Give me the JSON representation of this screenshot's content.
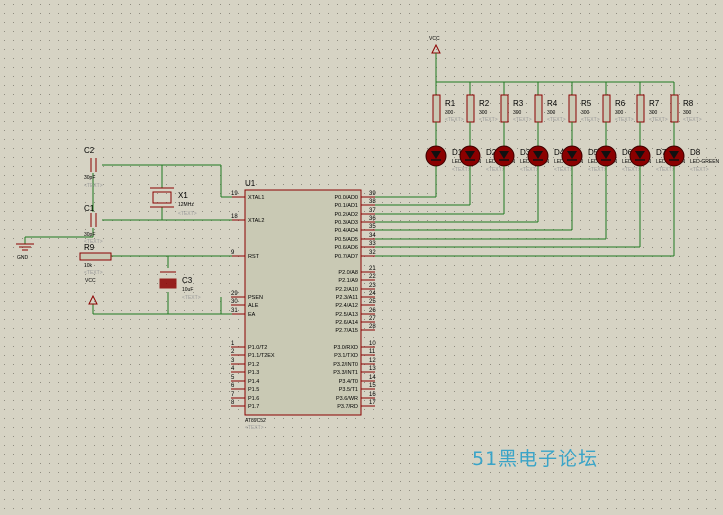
{
  "colors": {
    "background": "#d6d3c4",
    "wire": "#1f7a1f",
    "component": "#8b0000",
    "chip_fill": "#c9c9b4",
    "led": "#8b0000",
    "watermark": "#3aa4c8"
  },
  "power": {
    "vcc_top": "VCC",
    "vcc_left": "VCC",
    "gnd": "GND"
  },
  "components": {
    "c2": {
      "ref": "C2",
      "value": "30pF",
      "text": "<TEXT>"
    },
    "c1": {
      "ref": "C1",
      "value": "30pF",
      "text": "<TEXT>"
    },
    "x1": {
      "ref": "X1",
      "value": "12MHz",
      "text": "<TEXT>"
    },
    "r9": {
      "ref": "R9",
      "value": "10k",
      "text": "<TEXT>"
    },
    "c3": {
      "ref": "C3",
      "value": "10uF",
      "text": "<TEXT>"
    },
    "u1": {
      "ref": "U1",
      "part": "AT89C52",
      "text": "<TEXT>"
    }
  },
  "resistors": [
    {
      "ref": "R1",
      "value": "300",
      "text": "<TEXT>"
    },
    {
      "ref": "R2",
      "value": "300",
      "text": "<TEXT>"
    },
    {
      "ref": "R3",
      "value": "300",
      "text": "<TEXT>"
    },
    {
      "ref": "R4",
      "value": "300",
      "text": "<TEXT>"
    },
    {
      "ref": "R5",
      "value": "300",
      "text": "<TEXT>"
    },
    {
      "ref": "R6",
      "value": "300",
      "text": "<TEXT>"
    },
    {
      "ref": "R7",
      "value": "300",
      "text": "<TEXT>"
    },
    {
      "ref": "R8",
      "value": "300",
      "text": "<TEXT>"
    }
  ],
  "leds": [
    {
      "ref": "D1",
      "part": "LED-GREEN",
      "text": "<TEXT>"
    },
    {
      "ref": "D2",
      "part": "LED-GREEN",
      "text": "<TEXT>"
    },
    {
      "ref": "D3",
      "part": "LED-GREEN",
      "text": "<TEXT>"
    },
    {
      "ref": "D4",
      "part": "LED-GREEN",
      "text": "<TEXT>"
    },
    {
      "ref": "D5",
      "part": "LED-GREEN",
      "text": "<TEXT>"
    },
    {
      "ref": "D6",
      "part": "LED-GREEN",
      "text": "<TEXT>"
    },
    {
      "ref": "D7",
      "part": "LED-GREEN",
      "text": "<TEXT>"
    },
    {
      "ref": "D8",
      "part": "LED-GREEN",
      "text": "<TEXT>"
    }
  ],
  "chip_left_pins": [
    {
      "num": "19",
      "name": "XTAL1"
    },
    {
      "num": "18",
      "name": "XTAL2"
    },
    {
      "num": "9",
      "name": "RST"
    },
    {
      "num": "29",
      "name": "PSEN"
    },
    {
      "num": "30",
      "name": "ALE"
    },
    {
      "num": "31",
      "name": "EA"
    },
    {
      "num": "1",
      "name": "P1.0/T2"
    },
    {
      "num": "2",
      "name": "P1.1/T2EX"
    },
    {
      "num": "3",
      "name": "P1.2"
    },
    {
      "num": "4",
      "name": "P1.3"
    },
    {
      "num": "5",
      "name": "P1.4"
    },
    {
      "num": "6",
      "name": "P1.5"
    },
    {
      "num": "7",
      "name": "P1.6"
    },
    {
      "num": "8",
      "name": "P1.7"
    }
  ],
  "chip_right_pins": [
    {
      "num": "39",
      "name": "P0.0/AD0"
    },
    {
      "num": "38",
      "name": "P0.1/AD1"
    },
    {
      "num": "37",
      "name": "P0.2/AD2"
    },
    {
      "num": "36",
      "name": "P0.3/AD3"
    },
    {
      "num": "35",
      "name": "P0.4/AD4"
    },
    {
      "num": "34",
      "name": "P0.5/AD5"
    },
    {
      "num": "33",
      "name": "P0.6/AD6"
    },
    {
      "num": "32",
      "name": "P0.7/AD7"
    },
    {
      "num": "21",
      "name": "P2.0/A8"
    },
    {
      "num": "22",
      "name": "P2.1/A9"
    },
    {
      "num": "23",
      "name": "P2.2/A10"
    },
    {
      "num": "24",
      "name": "P2.3/A11"
    },
    {
      "num": "25",
      "name": "P2.4/A12"
    },
    {
      "num": "26",
      "name": "P2.5/A13"
    },
    {
      "num": "27",
      "name": "P2.6/A14"
    },
    {
      "num": "28",
      "name": "P2.7/A15"
    },
    {
      "num": "10",
      "name": "P3.0/RXD"
    },
    {
      "num": "11",
      "name": "P3.1/TXD"
    },
    {
      "num": "12",
      "name": "P3.2/INT0"
    },
    {
      "num": "13",
      "name": "P3.3/INT1"
    },
    {
      "num": "14",
      "name": "P3.4/T0"
    },
    {
      "num": "15",
      "name": "P3.5/T1"
    },
    {
      "num": "16",
      "name": "P3.6/WR"
    },
    {
      "num": "17",
      "name": "P3.7/RD"
    }
  ],
  "watermark": "51黑电子论坛"
}
